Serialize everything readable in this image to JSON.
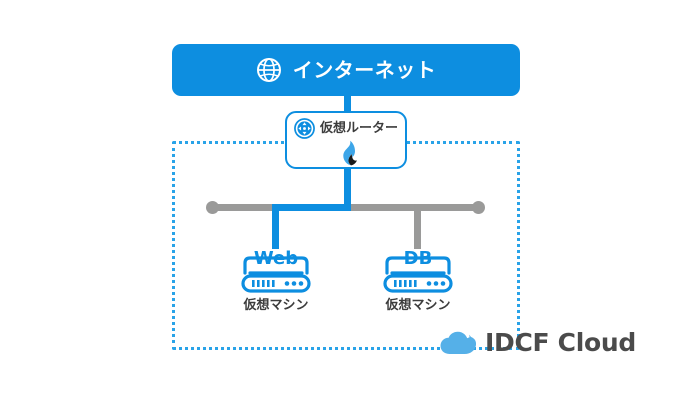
{
  "diagram": {
    "internet": {
      "label": "インターネット",
      "icon": "globe-icon",
      "color": "#0d8ee0"
    },
    "router": {
      "label": "仮想ルーター",
      "icon": "router-icon",
      "secondary_icon": "flame-icon",
      "border_color": "#0d8ee0"
    },
    "cloud_boundary": {
      "border_color": "#29a3e8",
      "style": "dotted"
    },
    "bus": {
      "line_color_inactive": "#9a9a99",
      "line_color_active": "#0d8ee0"
    },
    "machines": [
      {
        "tag": "Web",
        "caption": "仮想マシン",
        "icon": "server-icon",
        "link_color": "#0d8ee0"
      },
      {
        "tag": "DB",
        "caption": "仮想マシン",
        "icon": "server-icon",
        "link_color": "#9a9a99"
      }
    ],
    "brand": {
      "name": "IDCF Cloud",
      "icon": "cloud-mark-icon",
      "mark_color": "#55b0e8",
      "text_color": "#4b4b4b"
    }
  }
}
